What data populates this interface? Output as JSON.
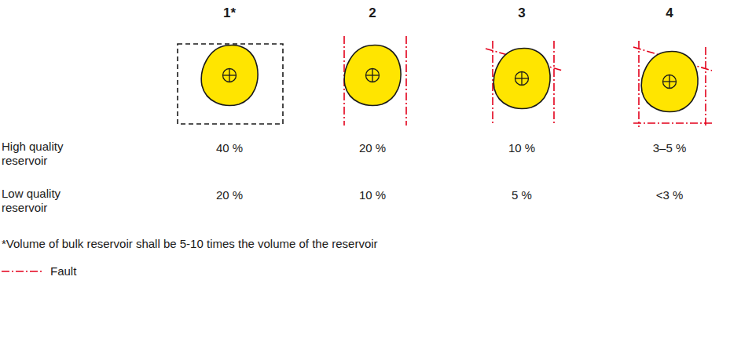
{
  "diagram": {
    "labels": [
      "1*",
      "2",
      "3",
      "4",
      "High quality reservoir",
      "40 %",
      "20 %",
      "10 %",
      "3–5 %",
      "Low quality reservoir",
      "20 %",
      "10 %",
      "5 %",
      "<3 %",
      "*Volume of bulk reservoir shall be 5-10 times the volume of the reservoir"
    ],
    "legend": [
      {
        "text": "Fault"
      }
    ]
  }
}
